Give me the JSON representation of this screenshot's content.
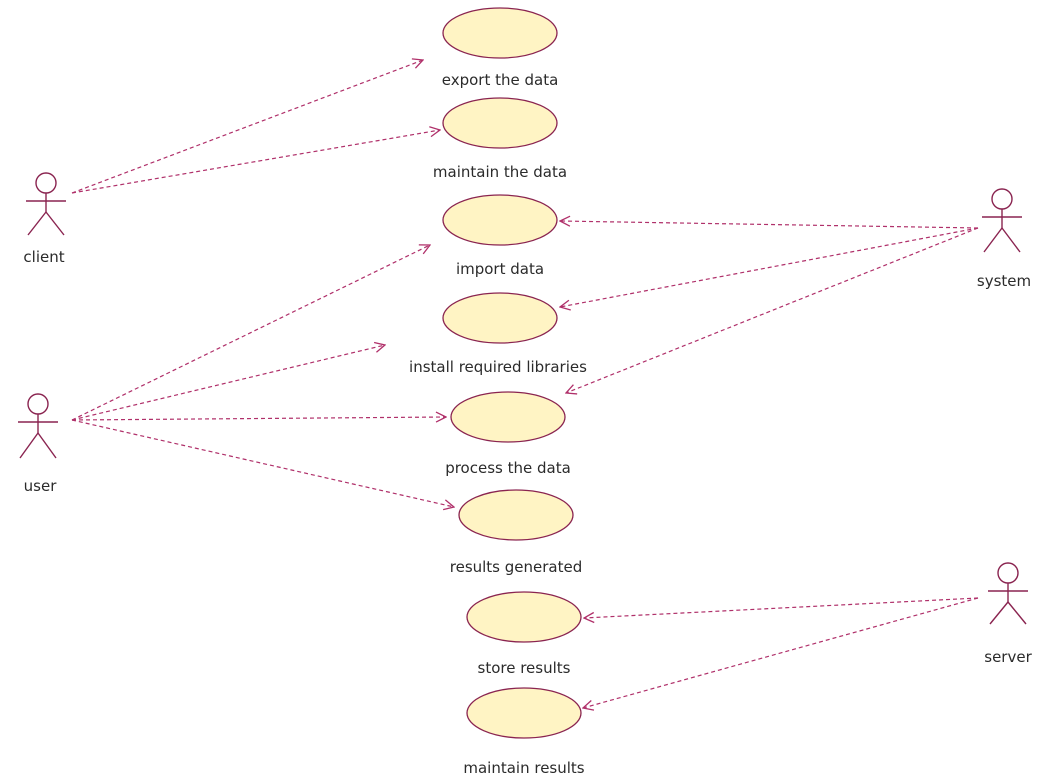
{
  "diagram": {
    "type": "uml-use-case",
    "colors": {
      "usecase_fill": "#fff4c4",
      "usecase_stroke": "#8a2450",
      "actor_stroke": "#8a2450",
      "association": "#b0306a",
      "label": "#2b2b2b"
    },
    "actors": [
      {
        "id": "client",
        "label": "client"
      },
      {
        "id": "user",
        "label": "user"
      },
      {
        "id": "system",
        "label": "system"
      },
      {
        "id": "server",
        "label": "server"
      }
    ],
    "use_cases": [
      {
        "id": "export",
        "label": "export the data"
      },
      {
        "id": "maintain_data",
        "label": "maintain the data"
      },
      {
        "id": "import",
        "label": "import data"
      },
      {
        "id": "install",
        "label": "install required libraries"
      },
      {
        "id": "process",
        "label": "process the data"
      },
      {
        "id": "results",
        "label": "results generated"
      },
      {
        "id": "store",
        "label": "store results"
      },
      {
        "id": "maintain_results",
        "label": "maintain results"
      }
    ],
    "associations": [
      {
        "from": "client",
        "to": "export"
      },
      {
        "from": "client",
        "to": "maintain_data"
      },
      {
        "from": "user",
        "to": "import"
      },
      {
        "from": "user",
        "to": "install"
      },
      {
        "from": "user",
        "to": "process"
      },
      {
        "from": "user",
        "to": "results"
      },
      {
        "from": "system",
        "to": "import"
      },
      {
        "from": "system",
        "to": "install"
      },
      {
        "from": "system",
        "to": "process"
      },
      {
        "from": "server",
        "to": "store"
      },
      {
        "from": "server",
        "to": "maintain_results"
      }
    ]
  }
}
